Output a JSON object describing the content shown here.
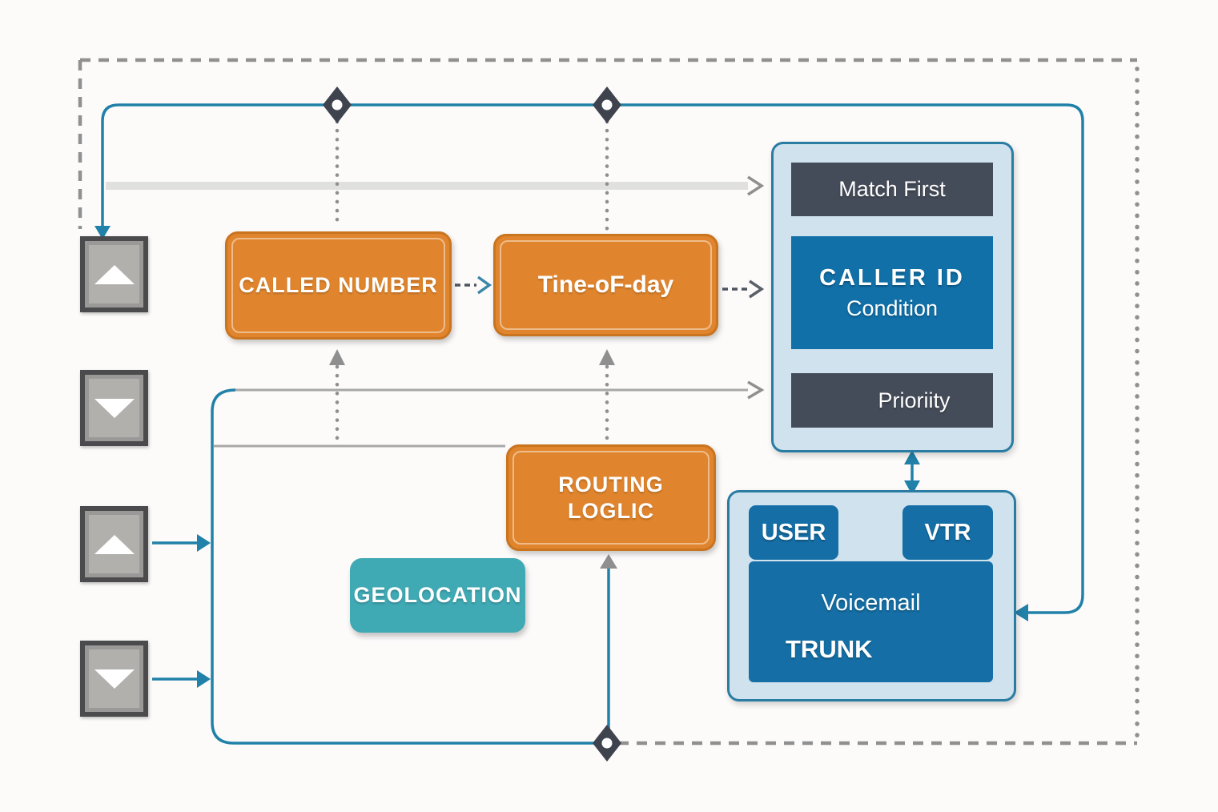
{
  "nodes": {
    "called_number": {
      "label": "CALLED NUMBER"
    },
    "time_of_day": {
      "label": "Tine-oF-day"
    },
    "routing_logic": {
      "line1": "ROUTING",
      "line2": "LOGLIC"
    },
    "geolocation": {
      "label": "GEOLOCATION"
    }
  },
  "caller_id_panel": {
    "match_first": "Match First",
    "caller_id": "CALLER ID",
    "condition": "Condition",
    "priority": "Prioriity"
  },
  "trunk_panel": {
    "user": "USER",
    "vtr": "VTR",
    "voicemail": "Voicemail",
    "trunk": "TRUNK"
  },
  "spinner_buttons": [
    {
      "direction": "up"
    },
    {
      "direction": "down"
    },
    {
      "direction": "up"
    },
    {
      "direction": "down"
    }
  ],
  "icons": {
    "diamond_connector": "diamond-with-white-dot",
    "up_triangle": "▲",
    "down_triangle": "▼"
  },
  "colors": {
    "orange_node": "#e0852d",
    "teal_node": "#3fa9b4",
    "panel_light_blue": "#cfe2ee",
    "panel_border_blue": "#2a7ca3",
    "box_blue": "#1170a8",
    "dark_slate": "#454c59",
    "line_blue": "#2181a8",
    "line_gray": "#a8a8a8",
    "dashed_border_gray": "#909090"
  }
}
